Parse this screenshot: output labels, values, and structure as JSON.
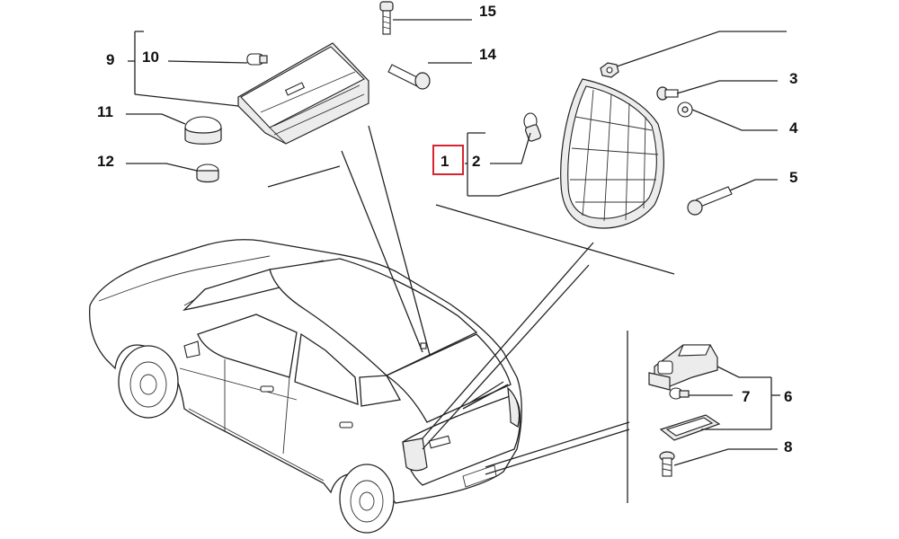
{
  "callouts": [
    {
      "id": "c1",
      "label": "1"
    },
    {
      "id": "c2",
      "label": "2"
    },
    {
      "id": "c3",
      "label": "3"
    },
    {
      "id": "c4",
      "label": "4"
    },
    {
      "id": "c5",
      "label": "5"
    },
    {
      "id": "c6",
      "label": "6"
    },
    {
      "id": "c7",
      "label": "7"
    },
    {
      "id": "c8",
      "label": "8"
    },
    {
      "id": "c9",
      "label": "9"
    },
    {
      "id": "c10",
      "label": "10"
    },
    {
      "id": "c11",
      "label": "11"
    },
    {
      "id": "c12",
      "label": "12"
    },
    {
      "id": "c14",
      "label": "14"
    },
    {
      "id": "c15",
      "label": "15"
    }
  ],
  "highlight": {
    "callout": "1",
    "color": "#d9232e"
  },
  "colors": {
    "line": "#222222",
    "part_fill": "#ececec",
    "background": "#ffffff"
  },
  "icons": {
    "bolt_top": "bolt-icon",
    "bulb_small": "bulb-icon",
    "stop_lamp": "third-brake-lamp-icon",
    "grommet": "grommet-icon",
    "cap": "cap-icon",
    "spacer_pin": "spacer-pin-icon",
    "tail_lamp": "tail-lamp-icon",
    "nut": "nut-icon",
    "screw": "screw-icon",
    "washer": "washer-icon",
    "plate_lamp": "plate-lamp-icon",
    "lens": "lens-icon",
    "car": "car-icon"
  }
}
